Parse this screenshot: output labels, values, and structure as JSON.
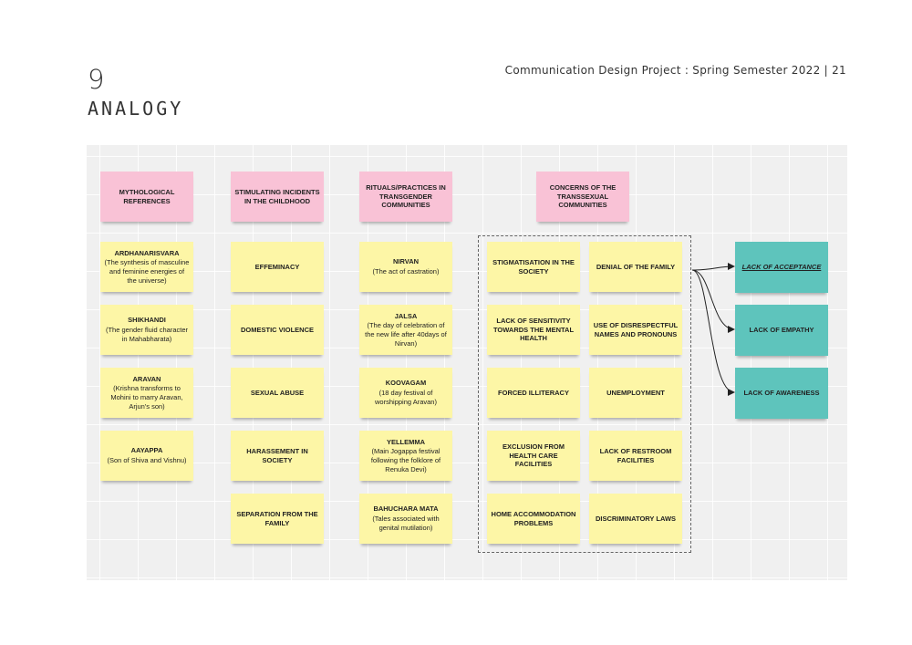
{
  "page": {
    "number": "9",
    "section_title": "ANALOGY",
    "header": "Communication Design Project : Spring Semester 2022 | 21"
  },
  "board": {
    "col1": {
      "header": "MYTHOLOGICAL REFERENCES",
      "items": [
        {
          "title": "ARDHANARISVARA",
          "desc": "(The synthesis of masculine and feminine energies of the universe)"
        },
        {
          "title": "SHIKHANDI",
          "desc": "(The gender fluid character in Mahabharata)"
        },
        {
          "title": "ARAVAN",
          "desc": "(Krishna transforms to Mohini to marry Aravan, Arjun's son)"
        },
        {
          "title": "AAYAPPA",
          "desc": "(Son of Shiva and Vishnu)"
        }
      ]
    },
    "col2": {
      "header": "STIMULATING INCIDENTS IN THE CHILDHOOD",
      "items": [
        {
          "title": "EFFEMINACY"
        },
        {
          "title": "DOMESTIC VIOLENCE"
        },
        {
          "title": "SEXUAL ABUSE"
        },
        {
          "title": "HARASSEMENT IN SOCIETY"
        },
        {
          "title": "SEPARATION FROM THE FAMILY"
        }
      ]
    },
    "col3": {
      "header": "RITUALS/PRACTICES IN TRANSGENDER COMMUNITIES",
      "items": [
        {
          "title": "NIRVAN",
          "desc": "(The act of castration)"
        },
        {
          "title": "JALSA",
          "desc": "(The day of celebration of the new life after 40days of Nirvan)"
        },
        {
          "title": "KOOVAGAM",
          "desc": "(18 day festival of worshipping Aravan)"
        },
        {
          "title": "YELLEMMA",
          "desc": "(Main Jogappa festival following the folklore of Renuka Devi)"
        },
        {
          "title": "BAHUCHARA MATA",
          "desc": "(Tales associated with genital mutilation)"
        }
      ]
    },
    "col4": {
      "header": "CONCERNS OF THE TRANSSEXUAL COMMUNITIES",
      "items": [
        {
          "title": "STIGMATISATION IN THE SOCIETY"
        },
        {
          "title": "LACK OF SENSITIVITY TOWARDS THE MENTAL HEALTH"
        },
        {
          "title": "FORCED ILLITERACY"
        },
        {
          "title": "EXCLUSION FROM HEALTH CARE FACILITIES"
        },
        {
          "title": "HOME ACCOMMODATION PROBLEMS"
        }
      ]
    },
    "col5": {
      "items": [
        {
          "title": "DENIAL OF THE FAMILY"
        },
        {
          "title": "USE OF DISRESPECTFUL NAMES AND PRONOUNS"
        },
        {
          "title": "UNEMPLOYMENT"
        },
        {
          "title": "LACK OF RESTROOM FACILITIES"
        },
        {
          "title": "DISCRIMINATORY LAWS"
        }
      ]
    },
    "outcomes": [
      {
        "title": "LACK OF ACCEPTANCE"
      },
      {
        "title": "LACK OF EMPATHY"
      },
      {
        "title": "LACK OF AWARENESS"
      }
    ]
  },
  "colors": {
    "yellow_note": "#fdf6a6",
    "pink_note": "#f9c2d6",
    "teal_note": "#5ec4bc",
    "board": "#f0f0f0"
  }
}
